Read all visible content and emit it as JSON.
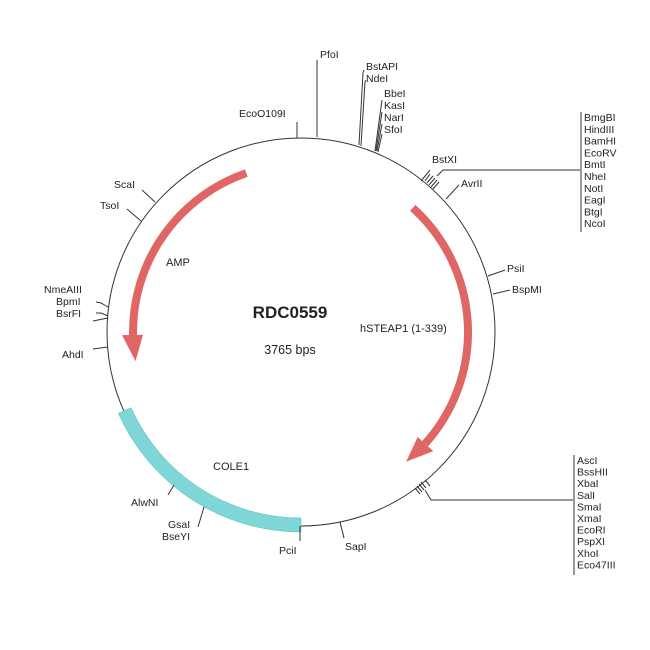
{
  "plasmid": {
    "name": "RDC0559",
    "size_label": "3765 bps"
  },
  "colors": {
    "arrow": "#e06666",
    "origin": "#7ed6d6",
    "backbone": "#333333"
  },
  "features": {
    "amp": "AMP",
    "insert": "hSTEAP1 (1-339)",
    "ori": "COLE1"
  },
  "sites": {
    "ecoo109i": "EcoO109I",
    "pfoi": "PfoI",
    "bstapi": "BstAPI",
    "ndei": "NdeI",
    "bbei": "BbeI",
    "kasi": "KasI",
    "nari": "NarI",
    "sfoi": "SfoI",
    "bstxi": "BstXI",
    "avrii": "AvrII",
    "psii": "PsiI",
    "bspmi": "BspMI",
    "sapi": "SapI",
    "pcii": "PciI",
    "gsai": "GsaI",
    "bseyi": "BseYI",
    "alwni": "AlwNI",
    "ahdi": "AhdI",
    "nmeaiii": "NmeAIII",
    "bpmi": "BpmI",
    "bsrfi": "BsrFI",
    "tsoi": "TsoI",
    "scai": "ScaI"
  },
  "mcs1": [
    "BmgBI",
    "HindIII",
    "BamHI",
    "EcoRV",
    "BmtI",
    "NheI",
    "NotI",
    "EagI",
    "BtgI",
    "NcoI"
  ],
  "mcs2": [
    "AscI",
    "BssHII",
    "XbaI",
    "SalI",
    "SmaI",
    "XmaI",
    "EcoRI",
    "PspXI",
    "XhoI",
    "Eco47III"
  ]
}
